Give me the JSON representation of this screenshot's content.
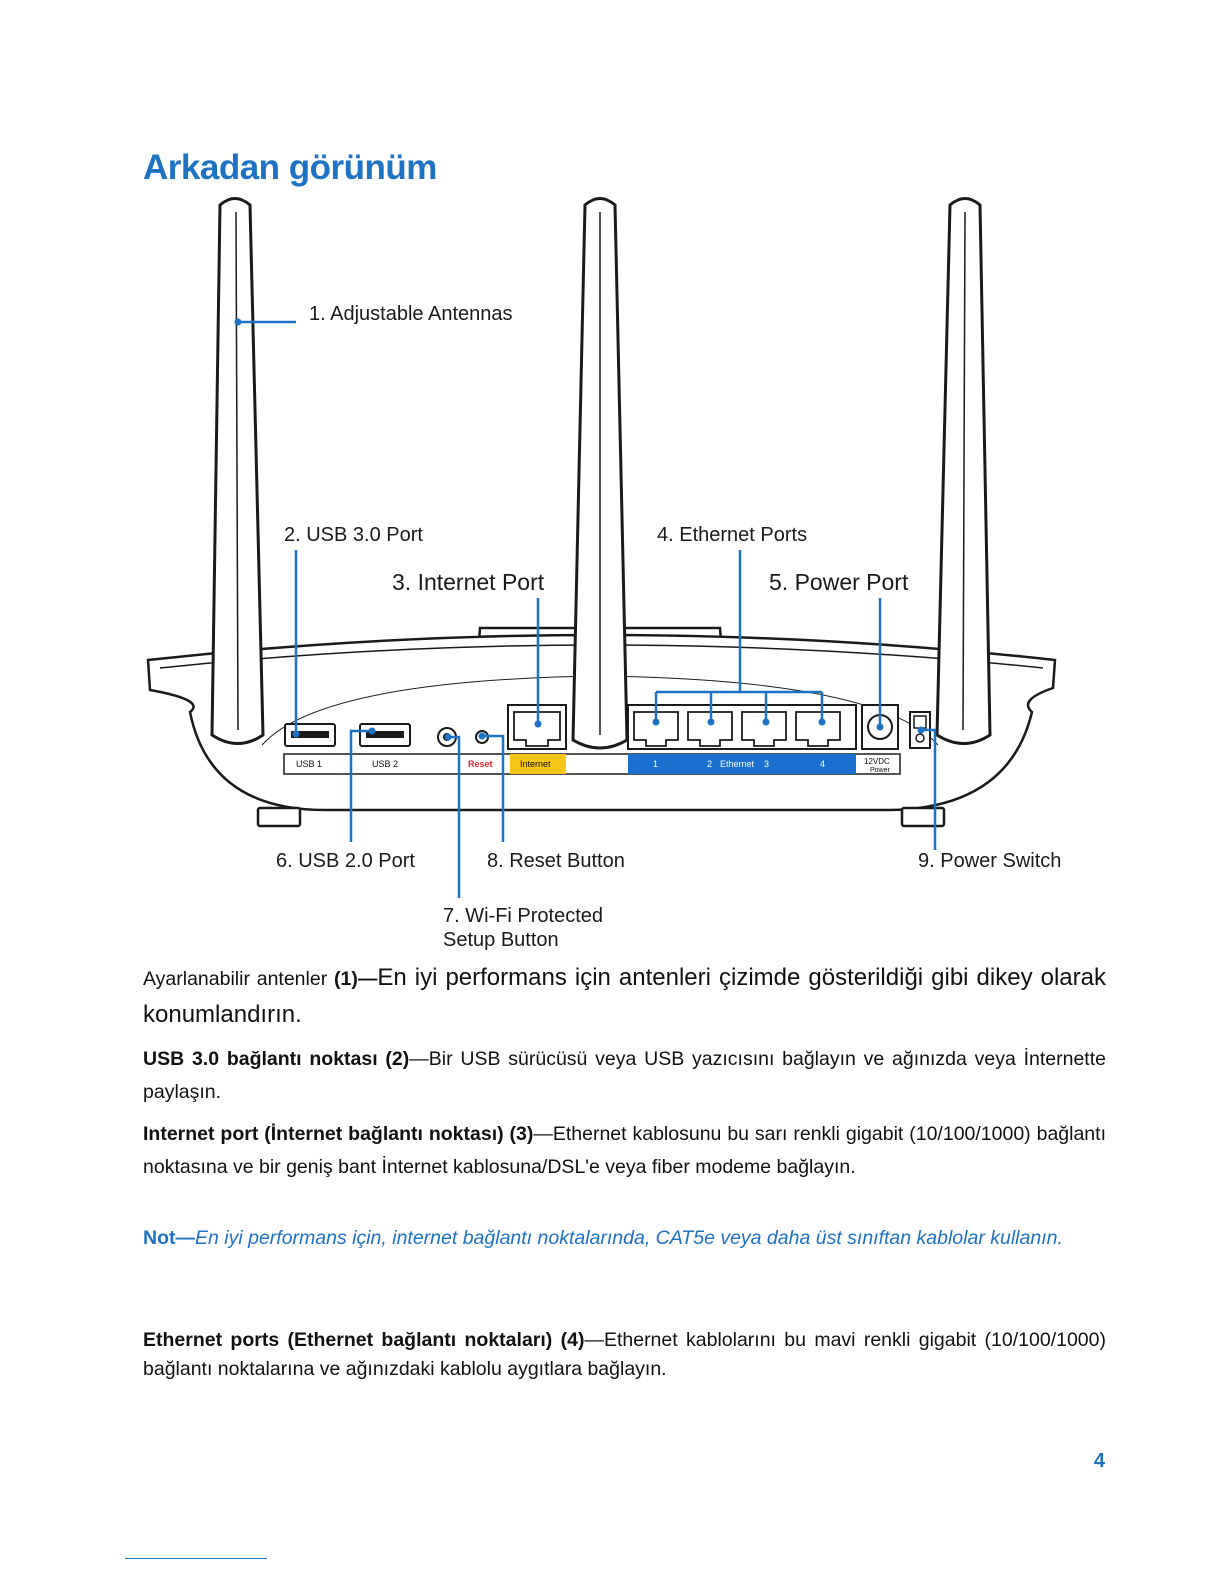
{
  "page": {
    "title": "Arkadan görünüm",
    "page_number": "4"
  },
  "colors": {
    "accent": "#1d72c4",
    "internet_port": "#f5c518",
    "ethernet_strip": "#1b6fce",
    "reset_label": "#d7282f"
  },
  "callouts": {
    "antennas": "1. Adjustable Antennas",
    "usb30": "2. USB 3.0 Port",
    "internet": "3. Internet Port",
    "ethernet": "4. Ethernet Ports",
    "power_port": "5. Power Port",
    "usb20": "6. USB 2.0 Port",
    "wps_line1": "7. Wi-Fi Protected",
    "wps_line2": "Setup Button",
    "reset": "8. Reset Button",
    "power_switch": "9. Power Switch"
  },
  "device_labels": {
    "usb1": "USB 1",
    "usb2": "USB 2",
    "reset": "Reset",
    "internet": "Internet",
    "eth1": "1",
    "eth2": "2",
    "eth_word": "Ethernet",
    "eth3": "3",
    "eth4": "4",
    "power_v": "12VDC",
    "power_word": "Power"
  },
  "body": {
    "p1_lead": "Ayarlanabilir antenler",
    "p1_num": "(1)—",
    "p1_text": "En iyi performans için antenleri çizimde gösterildiği gibi dikey olarak konumlandırın.",
    "p2_bold": "USB 3.0 bağlantı noktası (2)",
    "p2_text": "—Bir USB sürücüsü veya USB yazıcısını bağlayın ve ağınızda veya İnternette paylaşın.",
    "p3_bold": "Internet port (İnternet bağlantı noktası) (3)",
    "p3_text": "—Ethernet kablosunu bu sarı renkli gigabit (10/100/1000) bağlantı noktasına ve bir geniş bant İnternet kablosuna/DSL'e veya fiber modeme bağlayın.",
    "note_label": "Not—",
    "note_text": "En iyi performans için, internet bağlantı noktalarında, CAT5e veya daha üst sınıftan kablolar kullanın.",
    "p4_bold": "Ethernet ports (Ethernet bağlantı noktaları) (4)",
    "p4_text": "—Ethernet kablolarını bu mavi renkli gigabit (10/100/1000) bağlantı noktalarına ve ağınızdaki kablolu aygıtlara bağlayın."
  }
}
